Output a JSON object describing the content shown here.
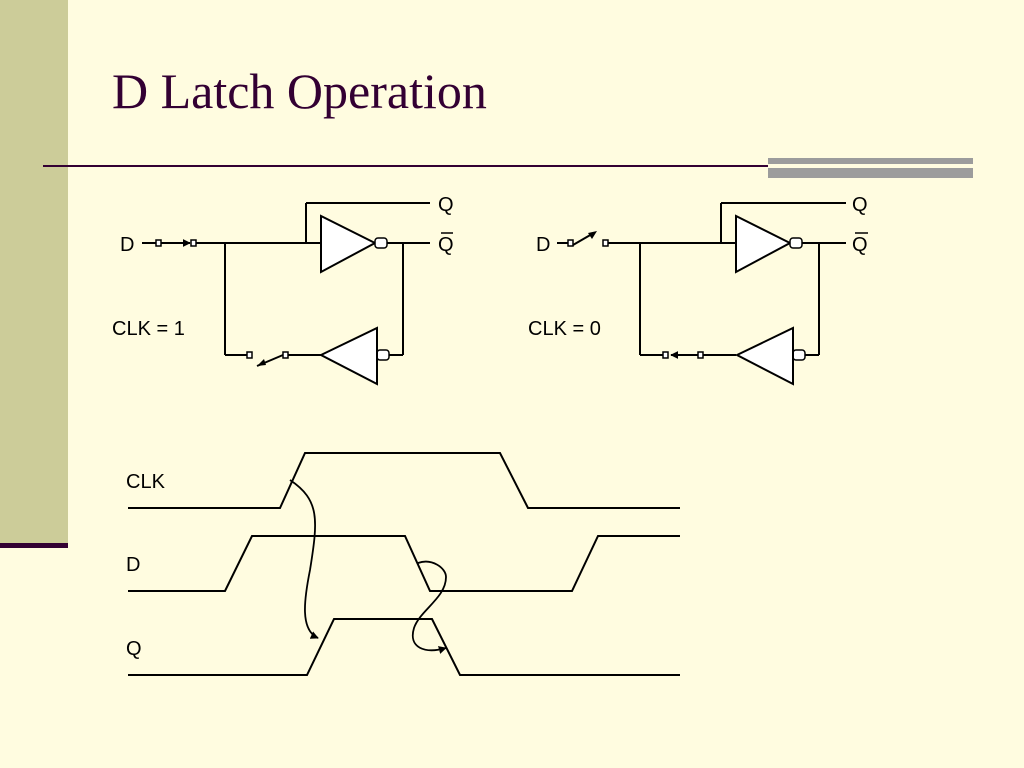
{
  "slide": {
    "title": "D Latch Operation"
  },
  "latch_clk1": {
    "d_label": "D",
    "q_label": "Q",
    "qbar_label": "Q",
    "clk_label": "CLK = 1"
  },
  "latch_clk0": {
    "d_label": "D",
    "q_label": "Q",
    "qbar_label": "Q",
    "clk_label": "CLK = 0"
  },
  "timing": {
    "signals": [
      {
        "label": "CLK"
      },
      {
        "label": "D"
      },
      {
        "label": "Q"
      }
    ]
  }
}
